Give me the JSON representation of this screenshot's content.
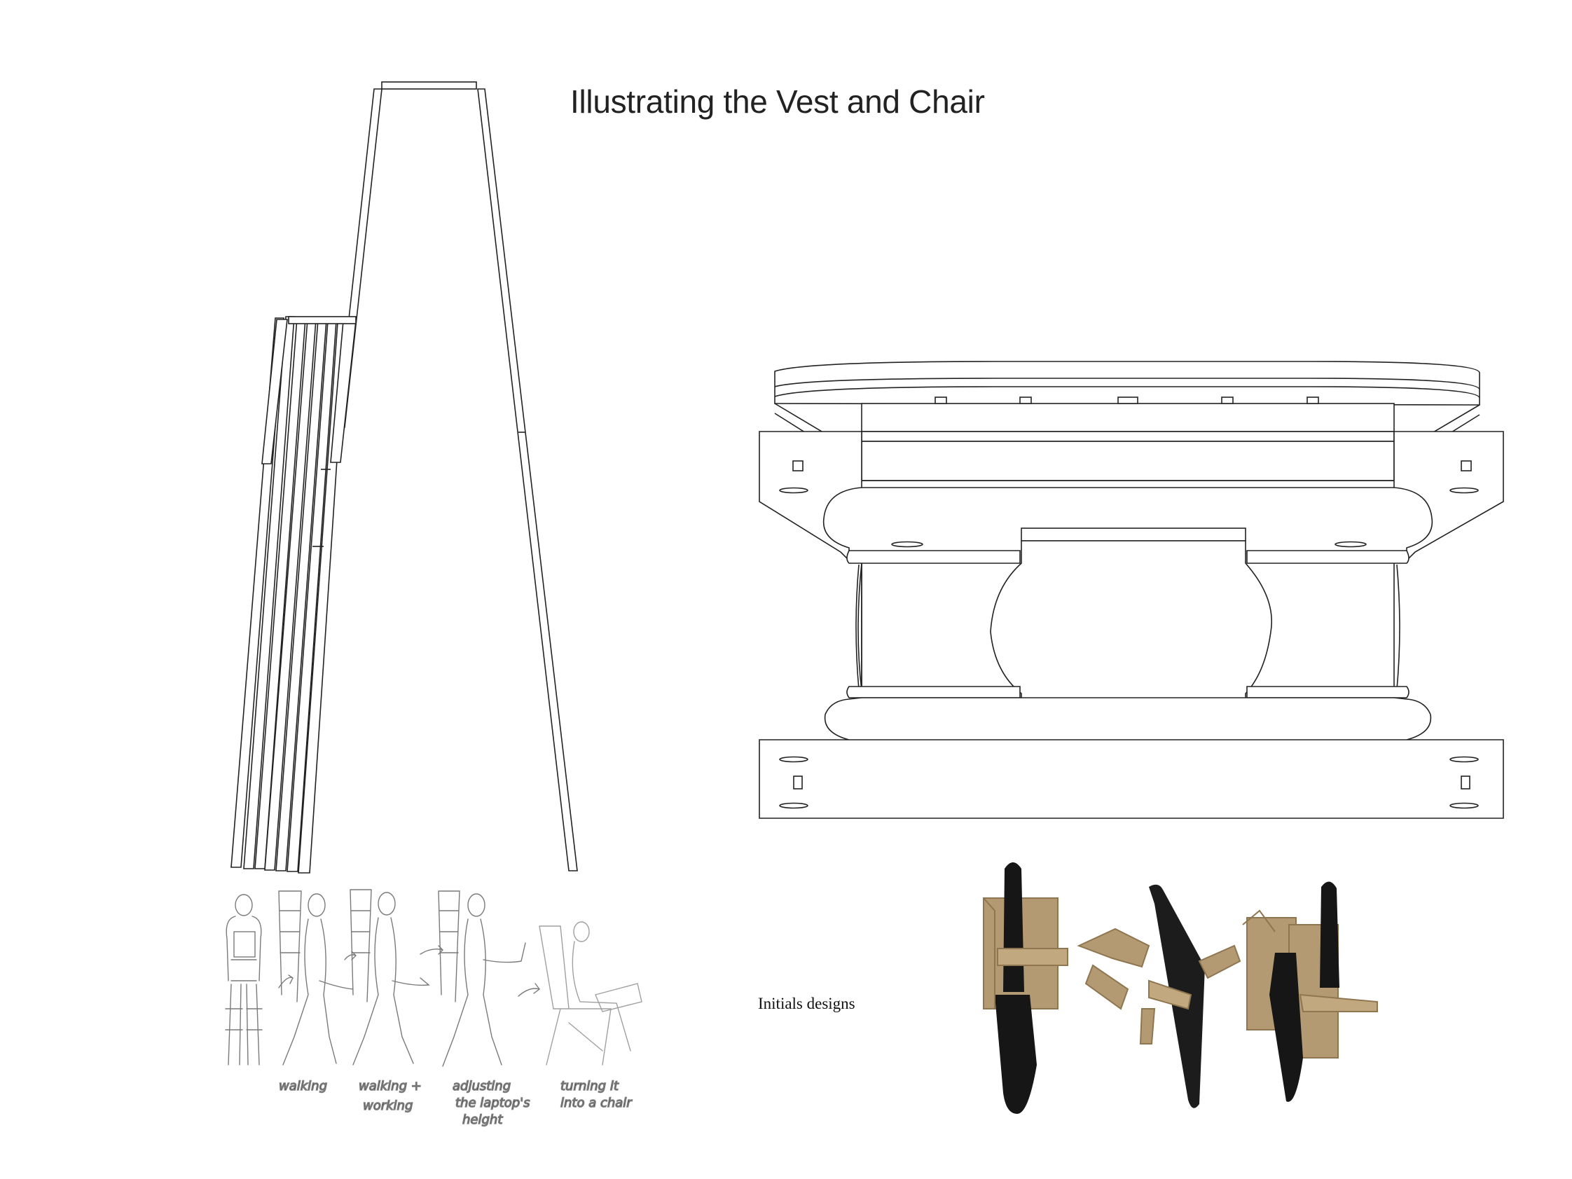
{
  "title": "Illustrating the Vest and Chair",
  "caption": "Initials designs",
  "sketch_labels": [
    [
      "walking"
    ],
    [
      "walking +",
      "working"
    ],
    [
      "adjusting",
      "the laptop's",
      "height"
    ],
    [
      "turning it",
      "into a chair"
    ]
  ],
  "colors": {
    "line": "#222222",
    "cardboard": "#b49a72",
    "cardboard_dark": "#8e7650",
    "black_part": "#161616",
    "sketch": "#7a7a7a"
  }
}
